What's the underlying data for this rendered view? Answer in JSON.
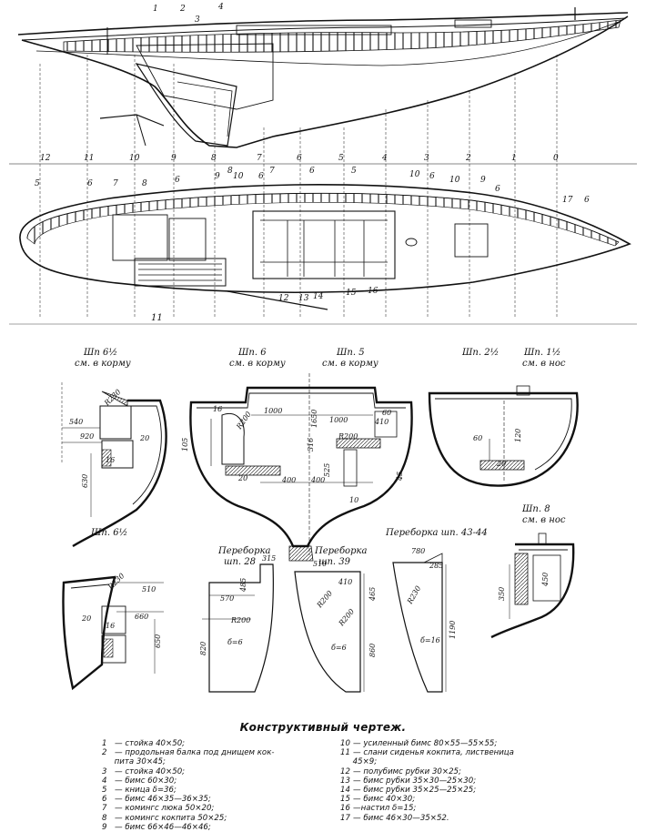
{
  "title": "Конструктивный чертеж.",
  "top_view_labels": {
    "frames": [
      "1",
      "2",
      "3",
      "4"
    ],
    "bottom": [
      "8",
      "7",
      "6",
      "5"
    ]
  },
  "frame_numbers": [
    "12",
    "11",
    "10",
    "9",
    "8",
    "7",
    "6",
    "5",
    "4",
    "3",
    "2",
    "1",
    "0"
  ],
  "plan_labels": [
    "5",
    "6",
    "7",
    "8",
    "9",
    "10",
    "6",
    "6",
    "10",
    "6",
    "10",
    "9",
    "6",
    "17",
    "6",
    "11",
    "12",
    "13",
    "14",
    "15",
    "16"
  ],
  "sections": {
    "s1": {
      "line1": "Шп 6½",
      "line2": "см. в корму"
    },
    "s2": {
      "line1": "Шп. 6",
      "line2": "см. в корму"
    },
    "s3": {
      "line1": "Шп. 5",
      "line2": "см. в корму"
    },
    "s4": {
      "line1": "Шп. 2½"
    },
    "s5": {
      "line1": "Шп. 1½",
      "line2": "см. в нос"
    },
    "s6": {
      "line1": "Шп. 6½"
    },
    "s7": {
      "line1": "Шп. 8",
      "line2": "см. в нос"
    },
    "b1": {
      "line1": "Переборка",
      "line2": "шп. 28"
    },
    "b2": {
      "line1": "Переборка",
      "line2": "шп. 39"
    },
    "b3": {
      "line1": "Переборка шп. 43-44"
    }
  },
  "dims": {
    "d540": "540",
    "d920": "920",
    "d630": "630",
    "d20a": "20",
    "d16a": "16",
    "dR230a": "R230",
    "d1000a": "1000",
    "d1000b": "1000",
    "d1650": "1650",
    "d60": "60",
    "d410": "410",
    "d105": "105",
    "d16b": "16",
    "dR200a": "R200",
    "d316": "316",
    "dR200b": "R200",
    "d20b": "20",
    "d400a": "400",
    "d400b": "400",
    "d525": "525",
    "d10": "10",
    "d45": "45",
    "d120": "120",
    "d60b": "60",
    "d20c": "20",
    "dR230b": "R230",
    "d510a": "510",
    "d660": "660",
    "d650": "650",
    "d20d": "20",
    "d16c": "16",
    "d315": "315",
    "d570": "570",
    "d485": "485",
    "dR200c": "R200",
    "d820": "820",
    "db6a": "б=6",
    "d510b": "510",
    "d410b": "410",
    "dR200d": "R200",
    "dR200e": "R200",
    "d465": "465",
    "d860": "860",
    "db6b": "б=6",
    "d780": "780",
    "d285": "285",
    "dR230c": "R230",
    "d1190": "1190",
    "db16": "б=16",
    "d350": "350",
    "d450": "450"
  },
  "legend_left": [
    {
      "n": "1",
      "text": "— стойка 40×50;"
    },
    {
      "n": "2",
      "text": "— продольная балка под днищем кок-\n     пита 30×45;"
    },
    {
      "n": "3",
      "text": "— стойка 40×50;"
    },
    {
      "n": "4",
      "text": "— бимс 60×30;"
    },
    {
      "n": "5",
      "text": "— кница δ=36;"
    },
    {
      "n": "6",
      "text": "— бимс 46×35—36×35;"
    },
    {
      "n": "7",
      "text": "— комингс люка 50×20;"
    },
    {
      "n": "8",
      "text": "— комингс кокпита 50×25;"
    },
    {
      "n": "9",
      "text": "— бимс 66×46—46×46;"
    }
  ],
  "legend_right": [
    {
      "n": "10",
      "text": "— усиленный бимс 80×55—55×55;"
    },
    {
      "n": "11",
      "text": "— слани сиденья кокпита, лиственица\n     45×9;"
    },
    {
      "n": "12",
      "text": "— полубимс рубки 30×25;"
    },
    {
      "n": "13",
      "text": "— бимс рубки 35×30—25×30;"
    },
    {
      "n": "14",
      "text": "— бимс рубки 35×25—25×25;"
    },
    {
      "n": "15",
      "text": "— бимс 40×30;"
    },
    {
      "n": "16",
      "text": "—настил δ=15;"
    },
    {
      "n": "17",
      "text": "— бимс 46×30—35×52."
    }
  ]
}
